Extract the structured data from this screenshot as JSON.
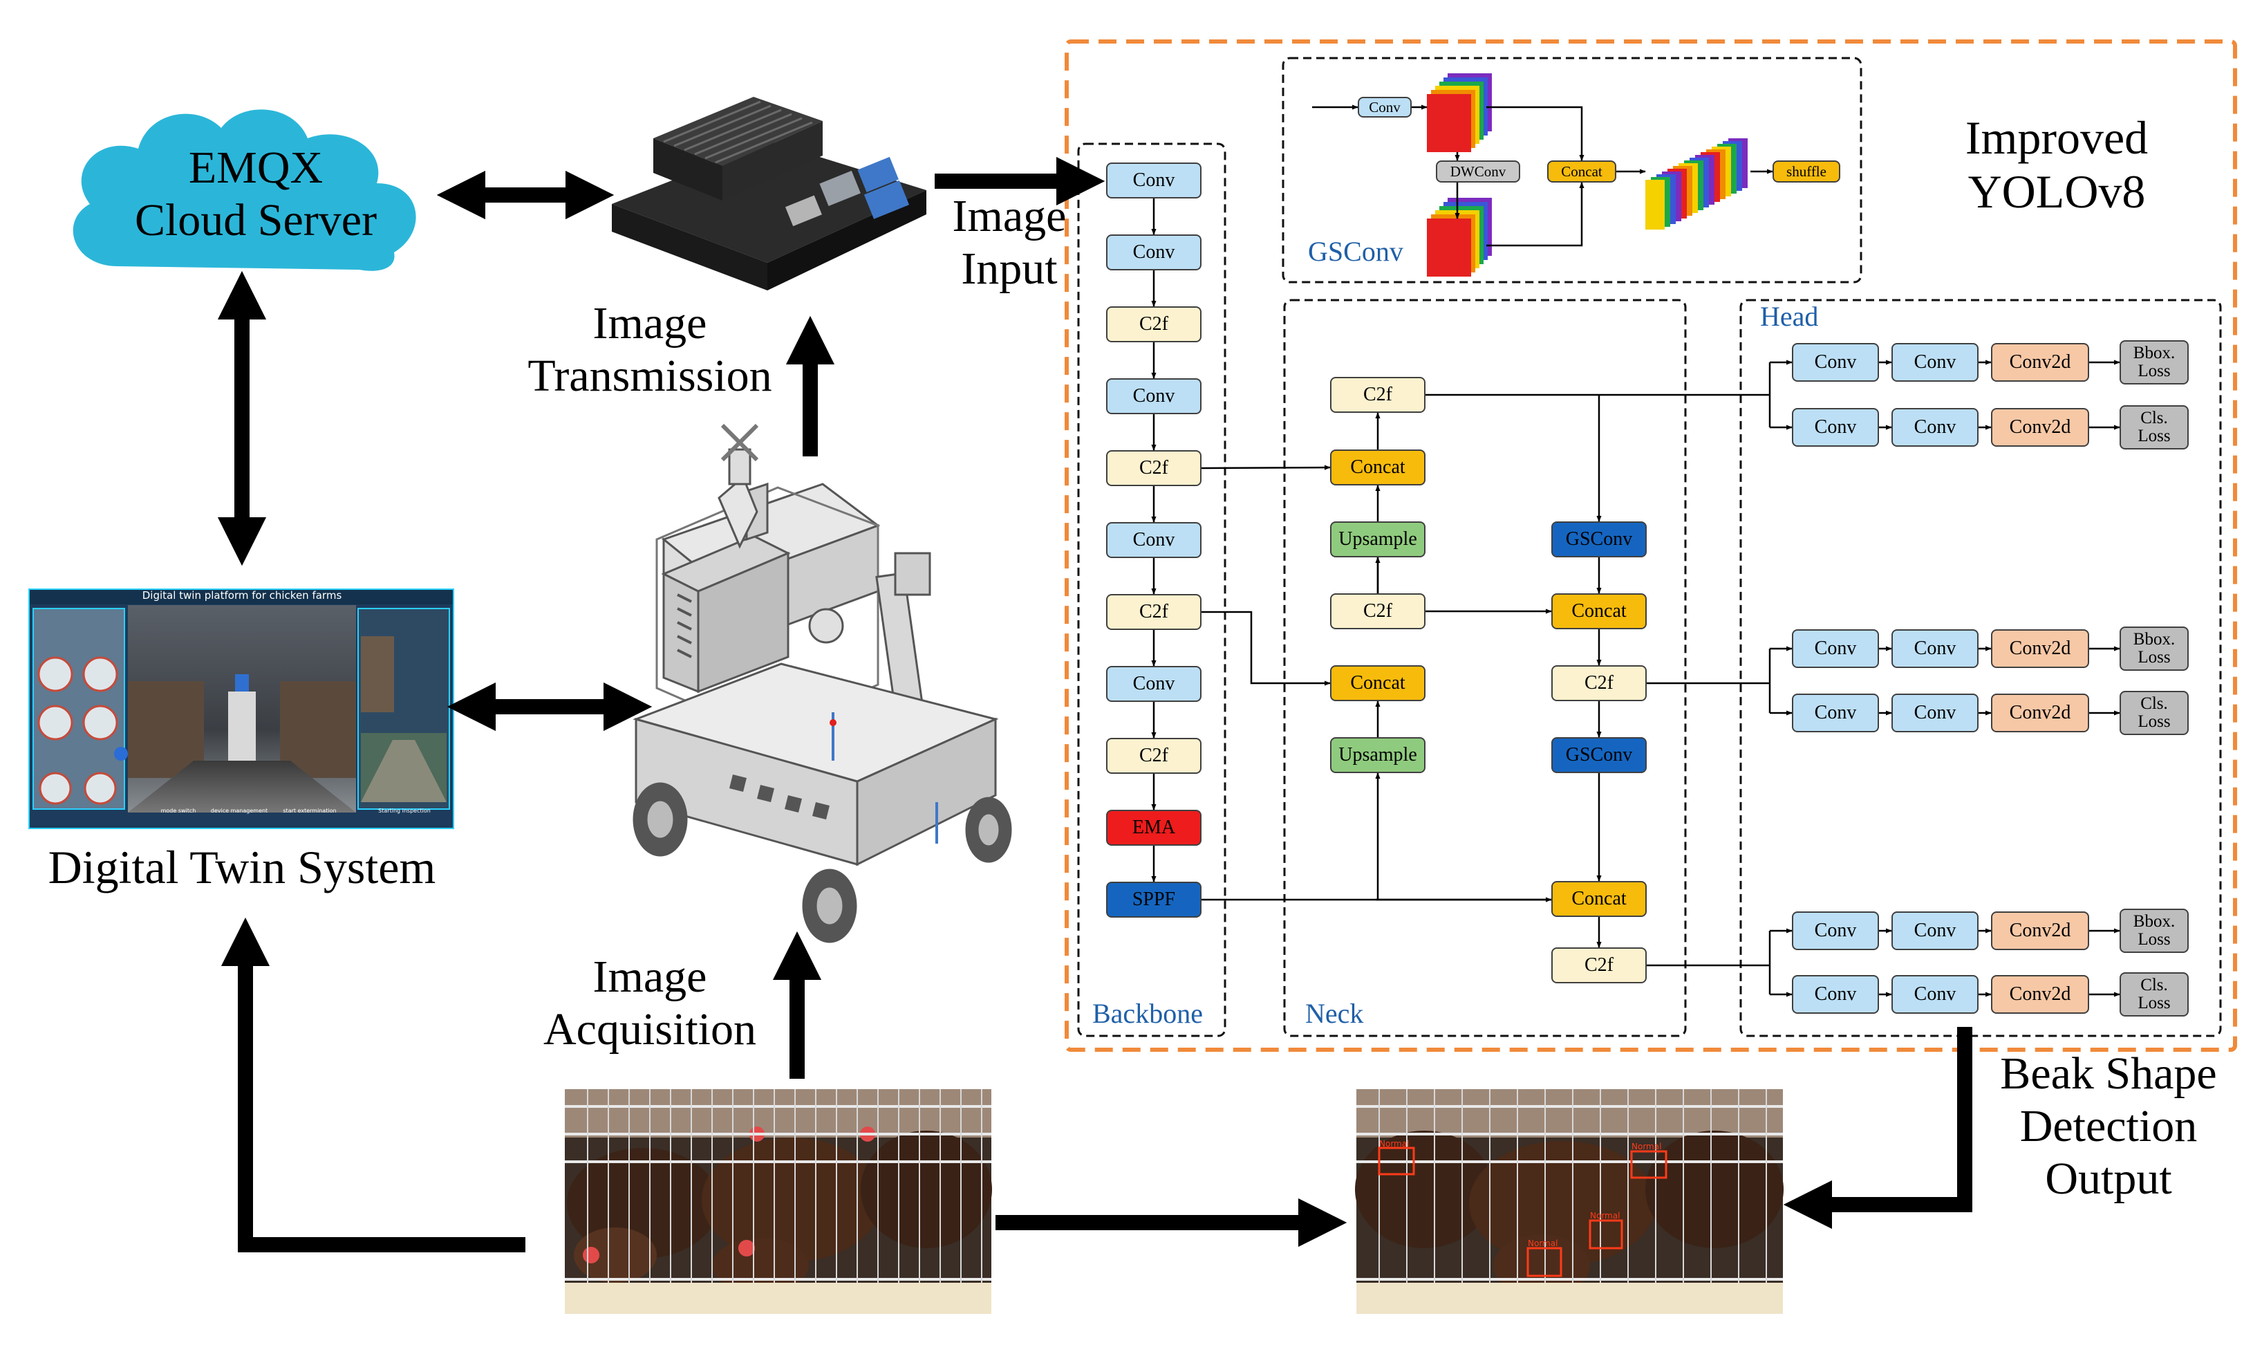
{
  "cloud": {
    "title": "EMQX\nCloud Server",
    "color": "#2bb6d9"
  },
  "labels": {
    "image_transmission": "Image\nTransmission",
    "image_input": "Image\nInput",
    "digital_twin_system": "Digital Twin System",
    "image_acquisition": "Image\nAcquisition",
    "beak_output": "Beak Shape\nDetection\nOutput",
    "improved_yolo": "Improved\nYOLOv8"
  },
  "twin_screen": {
    "title": "Digital twin platform for chicken farms",
    "buttons": [
      "mode switch",
      "device management",
      "start extermination",
      "Starting inspection"
    ]
  },
  "detection_labels": [
    "Normal",
    "Normal",
    "Normal",
    "Normal"
  ],
  "sections": {
    "gsconv": "GSConv",
    "backbone": "Backbone",
    "neck": "Neck",
    "head": "Head"
  },
  "gsconv_nodes": {
    "conv": "Conv",
    "dwconv": "DWConv",
    "concat": "Concat",
    "shuffle": "shuffle"
  },
  "backbone_nodes": [
    "Conv",
    "Conv",
    "C2f",
    "Conv",
    "C2f",
    "Conv",
    "C2f",
    "Conv",
    "C2f",
    "EMA",
    "SPPF"
  ],
  "neck_left": [
    "C2f",
    "Concat",
    "Upsample",
    "C2f",
    "Concat",
    "Upsample"
  ],
  "neck_right": [
    "GSConv",
    "Concat",
    "C2f",
    "GSConv",
    "Concat",
    "C2f"
  ],
  "head_rows": [
    [
      "Conv",
      "Conv",
      "Conv2d",
      "Bbox.\nLoss"
    ],
    [
      "Conv",
      "Conv",
      "Conv2d",
      "Cls.\nLoss"
    ],
    [
      "Conv",
      "Conv",
      "Conv2d",
      "Bbox.\nLoss"
    ],
    [
      "Conv",
      "Conv",
      "Conv2d",
      "Cls.\nLoss"
    ],
    [
      "Conv",
      "Conv",
      "Conv2d",
      "Bbox.\nLoss"
    ],
    [
      "Conv",
      "Conv",
      "Conv2d",
      "Cls.\nLoss"
    ]
  ],
  "colors": {
    "conv": "#bcdff5",
    "c2f": "#fdf2cf",
    "concat": "#f7bb0c",
    "upsample": "#8fcb7e",
    "gsconv": "#1565c0",
    "ema": "#ee1c1c",
    "sppf": "#1565c0",
    "conv2d": "#f7c8a6",
    "loss": "#bdbdbd",
    "dwconv": "#c8c8c8",
    "outer_border": "#f08a3a"
  }
}
